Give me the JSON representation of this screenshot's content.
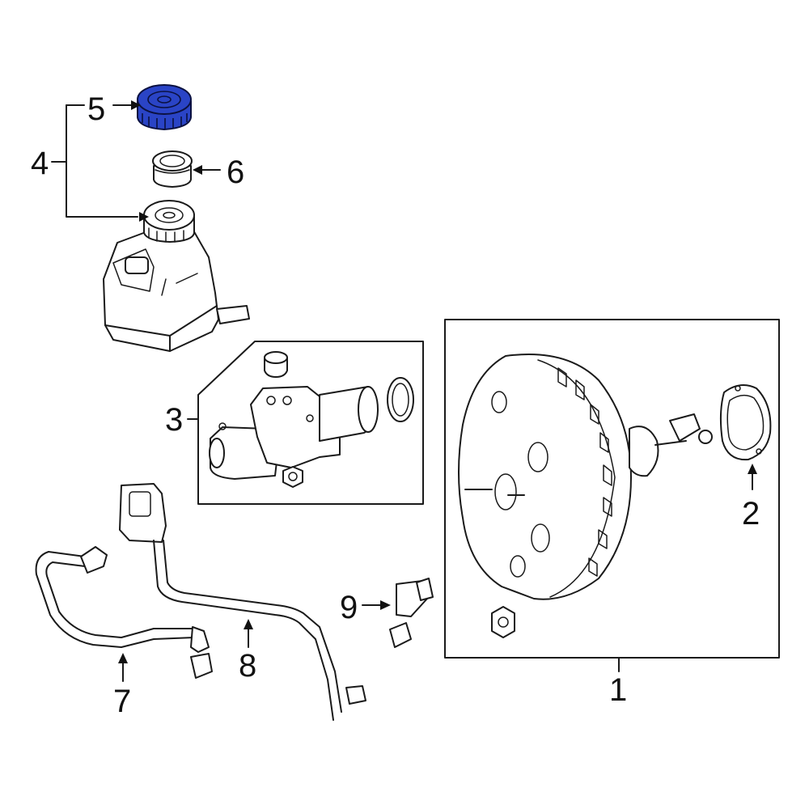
{
  "diagram": {
    "callouts": [
      {
        "id": "1",
        "label": "1"
      },
      {
        "id": "2",
        "label": "2"
      },
      {
        "id": "3",
        "label": "3"
      },
      {
        "id": "4",
        "label": "4"
      },
      {
        "id": "5",
        "label": "5"
      },
      {
        "id": "6",
        "label": "6"
      },
      {
        "id": "7",
        "label": "7"
      },
      {
        "id": "8",
        "label": "8"
      },
      {
        "id": "9",
        "label": "9"
      }
    ],
    "highlighted_part": "5",
    "colors": {
      "highlight": "#2a44c6",
      "line": "#1a1a1a",
      "background": "#ffffff"
    }
  }
}
